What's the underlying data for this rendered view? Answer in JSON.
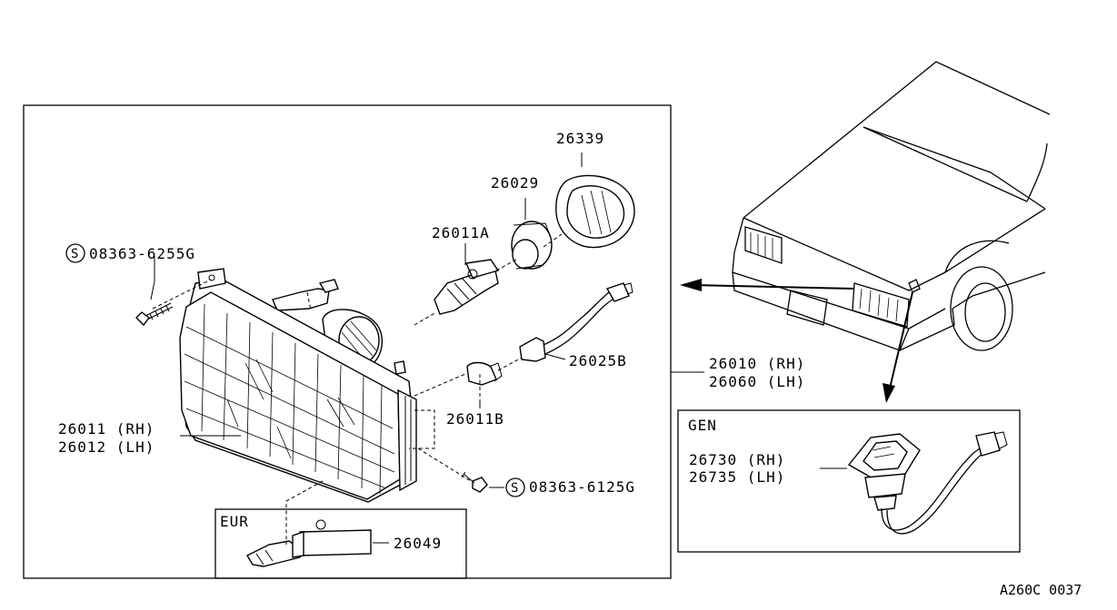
{
  "labels": {
    "p26339": "26339",
    "p26029": "26029",
    "p26011A": "26011A",
    "screw_top_code": "08363-6255G",
    "screw_top_prefix": "S",
    "p26025B": "26025B",
    "p26010": "26010 (RH)",
    "p26060": "26060 (LH)",
    "p26011B": "26011B",
    "p26011": "26011 (RH)",
    "p26012": "26012 (LH)",
    "screw_bottom_code": "08363-6125G",
    "screw_bottom_prefix": "S",
    "eur_title": "EUR",
    "p26049": "26049",
    "gen_title": "GEN",
    "p26730": "26730 (RH)",
    "p26735": "26735 (LH)",
    "ref_code": "A260C 0037"
  }
}
